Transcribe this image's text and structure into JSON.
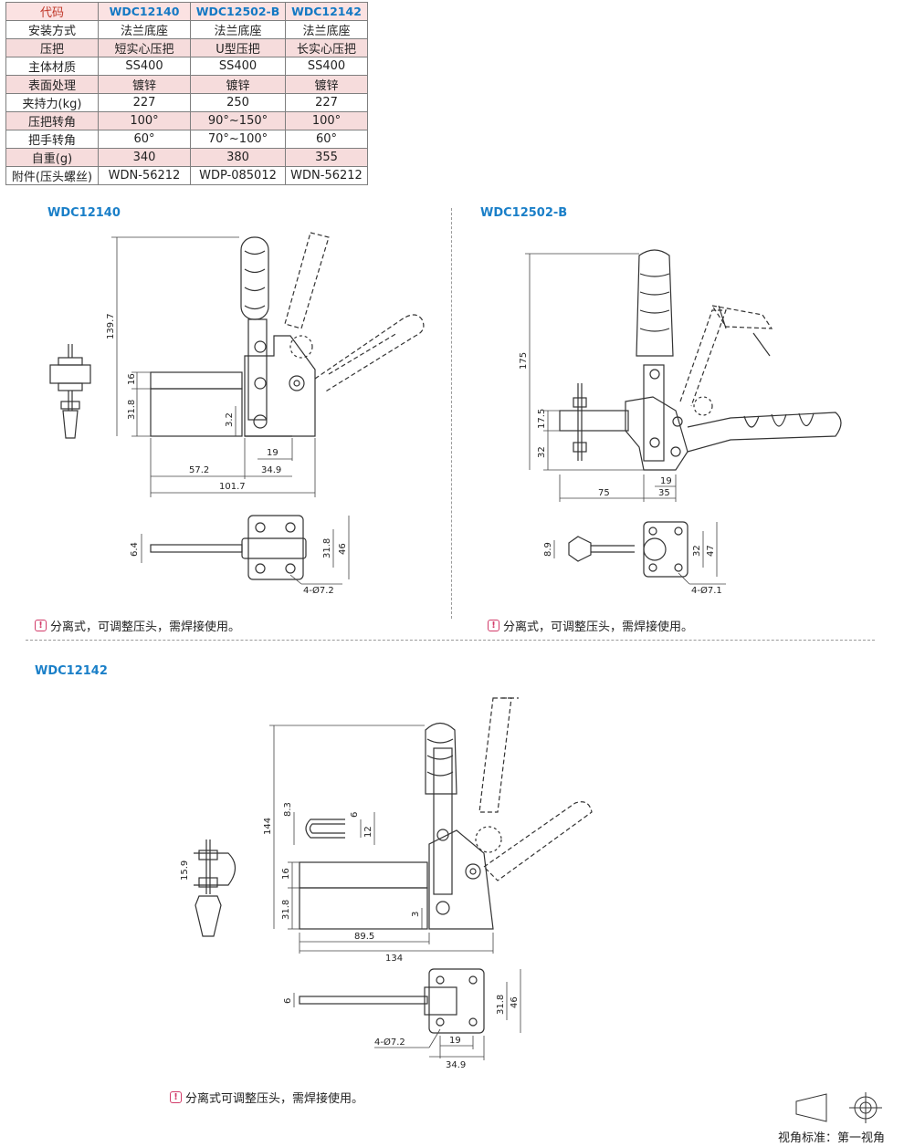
{
  "table": {
    "headers": [
      "代码",
      "WDC12140",
      "WDC12502-B",
      "WDC12142"
    ],
    "rows": [
      {
        "label": "安装方式",
        "values": [
          "法兰底座",
          "法兰底座",
          "法兰底座"
        ]
      },
      {
        "label": "压把",
        "values": [
          "短实心压把",
          "U型压把",
          "长实心压把"
        ]
      },
      {
        "label": "主体材质",
        "values": [
          "SS400",
          "SS400",
          "SS400"
        ]
      },
      {
        "label": "表面处理",
        "values": [
          "镀锌",
          "镀锌",
          "镀锌"
        ]
      },
      {
        "label": "夹持力(kg)",
        "values": [
          "227",
          "250",
          "227"
        ]
      },
      {
        "label": "压把转角",
        "values": [
          "100°",
          "90°~150°",
          "100°"
        ]
      },
      {
        "label": "把手转角",
        "values": [
          "60°",
          "70°~100°",
          "60°"
        ]
      },
      {
        "label": "自重(g)",
        "values": [
          "340",
          "380",
          "355"
        ]
      },
      {
        "label": "附件(压头螺丝)",
        "values": [
          "WDN-56212",
          "WDP-085012",
          "WDN-56212"
        ]
      }
    ]
  },
  "drawing1": {
    "title": "WDC12140",
    "dims": {
      "h_total": "139.7",
      "h16": "16",
      "h31": "31.8",
      "h3": "3.2",
      "w19": "19",
      "w57": "57.2",
      "w34": "34.9",
      "w101": "101.7",
      "p64": "6.4",
      "p318": "31.8",
      "p46": "46",
      "hole": "4-Ø7.2"
    },
    "note": "分离式，可调整压头，需焊接使用。"
  },
  "drawing2": {
    "title": "WDC12502-B",
    "dims": {
      "h_total": "175",
      "h175": "17.5",
      "h32": "32",
      "w19": "19",
      "w75": "75",
      "w35": "35",
      "p89": "8.9",
      "p32": "32",
      "p47": "47",
      "hole": "4-Ø7.1"
    },
    "note": "分离式，可调整压头，需焊接使用。"
  },
  "drawing3": {
    "title": "WDC12142",
    "dims": {
      "h_total": "144",
      "h159": "15.9",
      "h16": "16",
      "h31": "31.8",
      "h3": "3",
      "u83": "8.3",
      "u6": "6",
      "u12": "12",
      "w895": "89.5",
      "w134": "134",
      "p6": "6",
      "p318": "31.8",
      "p46": "46",
      "hole": "4-Ø7.2",
      "w19": "19",
      "w349": "34.9"
    },
    "note": "分离式可调整压头，需焊接使用。"
  },
  "view_standard": "视角标准：第一视角",
  "colors": {
    "title_blue": "#1a7fc8",
    "header_pink": "#fbe2e2",
    "row_pink": "#f6dcdc",
    "warn": "#d23c6a"
  },
  "icons": {
    "note": "warning-icon",
    "projection": "first-angle-projection-icon"
  }
}
